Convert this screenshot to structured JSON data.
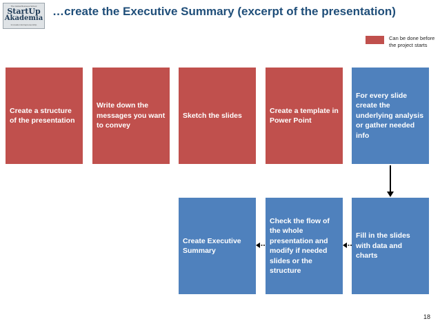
{
  "logo": {
    "tagline": "The Global Business School",
    "line1": "StartUp",
    "line2": "Akademia",
    "tagline2": "Innovation Entrepreneurship"
  },
  "title": "…create the Executive Summary (excerpt of the presentation)",
  "legend": {
    "color": "#c0504d",
    "text": "Can be done before the project starts"
  },
  "colors": {
    "red": "#c0504d",
    "blue": "#4f81bd"
  },
  "steps": {
    "structure": "Create a structure of the presentation",
    "messages": "Write down the messages you want to convey",
    "sketch": "Sketch the slides",
    "template": "Create a template in Power Point",
    "analysis": "For every slide create the underlying analysis or gather needed info",
    "fill": "Fill in the slides with data and charts",
    "check": "Check the flow of the whole presentation and modify if needed slides or the structure",
    "summary": "Create Executive Summary"
  },
  "page_number": "18"
}
